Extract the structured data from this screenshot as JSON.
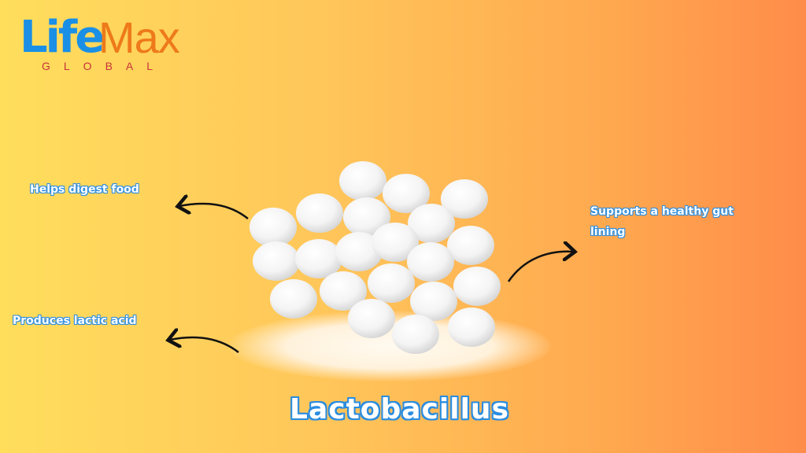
{
  "logo": {
    "part1": "Life",
    "part2": "Max",
    "tagline": "GLOBAL"
  },
  "labels": {
    "left_top": "Helps digest food",
    "left_bottom": "Produces lactic acid",
    "right": "Supports a healthy gut lining"
  },
  "title": "Lactobacillus"
}
